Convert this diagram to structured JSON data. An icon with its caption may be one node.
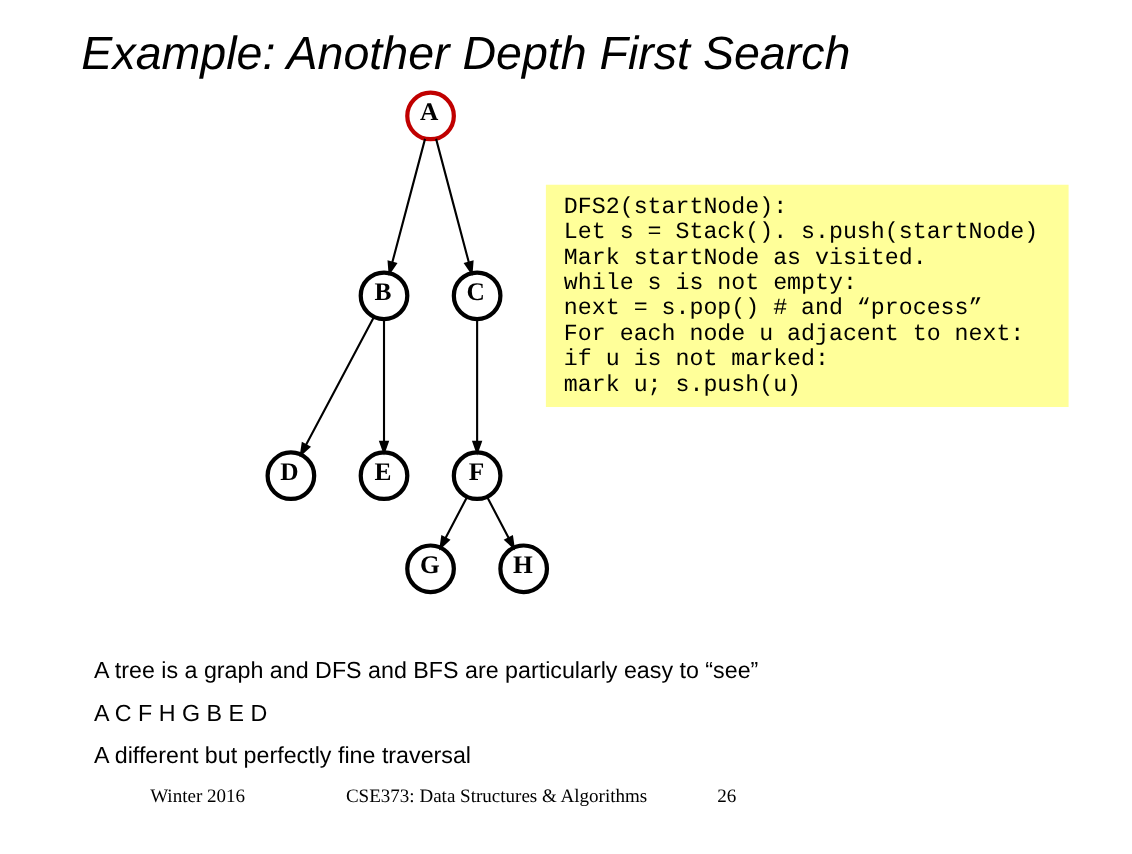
{
  "diagram": {
    "title": "Example: Another Depth First Search",
    "nodes": [
      {
        "text": [
          "A"
        ]
      },
      {
        "text": [
          "B"
        ]
      },
      {
        "text": [
          "C"
        ]
      },
      {
        "text": [
          "D"
        ]
      },
      {
        "text": [
          "E"
        ]
      },
      {
        "text": [
          "F"
        ]
      },
      {
        "text": [
          "G"
        ]
      },
      {
        "text": [
          "H"
        ]
      },
      {
        "text": [
          "DFS2(startNode):",
          "Let s = Stack(). s.push(startNode)",
          "Mark startNode as visited.",
          "while s is not empty:",
          "next = s.pop() # and “process”",
          "For each node u adjacent to next:",
          "if u is not marked:",
          "mark u; s.push(u)"
        ]
      }
    ],
    "edges": [
      {
        "from": 0,
        "to": 1,
        "arrow": "to"
      },
      {
        "from": 0,
        "to": 2,
        "arrow": "to"
      },
      {
        "from": 1,
        "to": 3,
        "arrow": "to"
      },
      {
        "from": 1,
        "to": 4,
        "arrow": "to"
      },
      {
        "from": 2,
        "to": 5,
        "arrow": "to"
      },
      {
        "from": 5,
        "to": 6,
        "arrow": "to"
      },
      {
        "from": 5,
        "to": 7,
        "arrow": "to"
      }
    ],
    "labels": [
      "A tree is a graph and DFS and BFS are particularly easy to “see”",
      "A C F H G B E D",
      "A different but perfectly fine traversal",
      "Winter 2016",
      "CSE373: Data Structures & Algorithms",
      "26"
    ]
  }
}
